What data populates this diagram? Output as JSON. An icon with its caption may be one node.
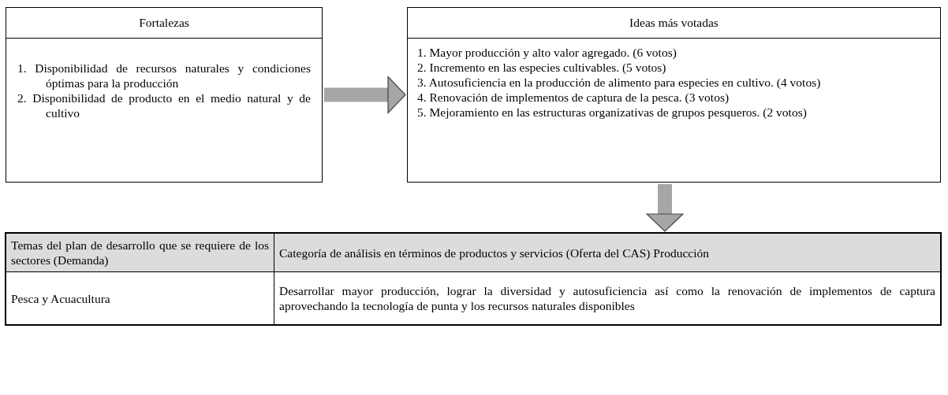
{
  "diagram": {
    "nodes": [
      {
        "text": [
          "Fortalezas",
          "1. Disponibilidad de recursos naturales y condiciones óptimas para la producción",
          "2. Disponibilidad de producto en el medio natural y de cultivo"
        ]
      },
      {
        "text": [
          "Ideas más votadas",
          "1. Mayor producción y alto valor agregado. (6 votos)",
          "2. Incremento en las especies cultivables. (5 votos)",
          "3. Autosuficiencia en la producción de alimento para especies en cultivo. (4 votos)",
          "4. Renovación de implementos de captura de la pesca. (3 votos)",
          "5. Mejoramiento en las estructuras organizativas de grupos pesqueros. (2 votos)"
        ]
      },
      {
        "text": [],
        "shape": "box"
      }
    ],
    "edges": [
      {
        "from": 0,
        "to": 1,
        "arrow": "to"
      },
      {
        "from": 1,
        "to": 2,
        "arrow": "to"
      }
    ],
    "labels": [
      "Temas del plan de desarrollo que se requiere de los sectores (Demanda)",
      "Categoría de análisis en términos de productos y servicios (Oferta del CAS) Producción",
      "Pesca y Acuacultura",
      "Desarrollar mayor producción, lograr la diversidad y autosuficiencia así como la renovación de implementos de captura aprovechando la tecnología de punta y los recursos naturales disponibles"
    ]
  }
}
